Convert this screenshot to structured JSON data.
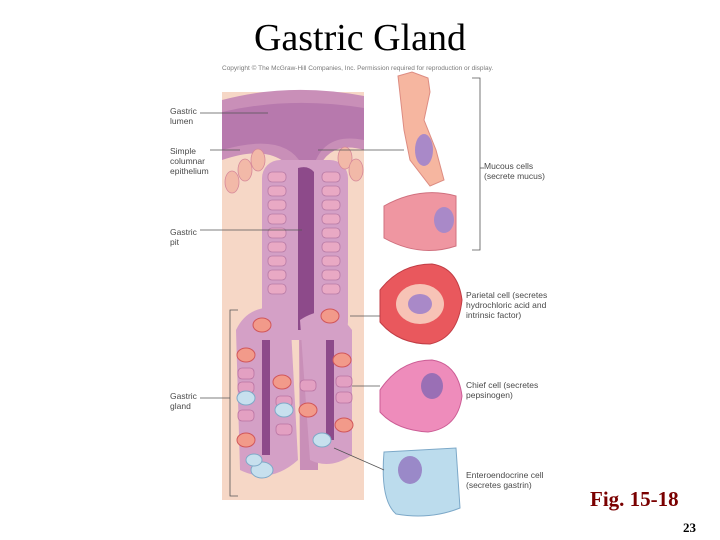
{
  "title": "Gastric Gland",
  "copyright": "Copyright © The McGraw-Hill Companies, Inc. Permission required for reproduction or display.",
  "labels": {
    "gastric_lumen": "Gastric\nlumen",
    "simple_columnar": "Simple\ncolumnar\nepithelium",
    "gastric_pit": "Gastric\npit",
    "gastric_gland": "Gastric\ngland",
    "mucous_cells": "Mucous cells\n(secrete mucus)",
    "parietal_cell": "Parietal cell (secretes\nhydrochloric acid and\nintrinsic factor)",
    "chief_cell": "Chief cell (secretes\npepsinogen)",
    "enteroendocrine_cell": "Enteroendocrine cell\n(secretes gastrin)"
  },
  "figure_number": "Fig. 15-18",
  "page_number": "23",
  "colors": {
    "tissue_bg": "#f6d7c6",
    "lamina": "#c98fb8",
    "lumen": "#9a5595",
    "mucous_cell": "#f5a58d",
    "mucous_cell_2": "#ee8f98",
    "parietal_cell": "#e9585d",
    "chief_cell": "#e97cab",
    "enteroendocrine_cell": "#b6d7ea",
    "nucleus": "#a989c8",
    "leader_line": "#555555"
  }
}
